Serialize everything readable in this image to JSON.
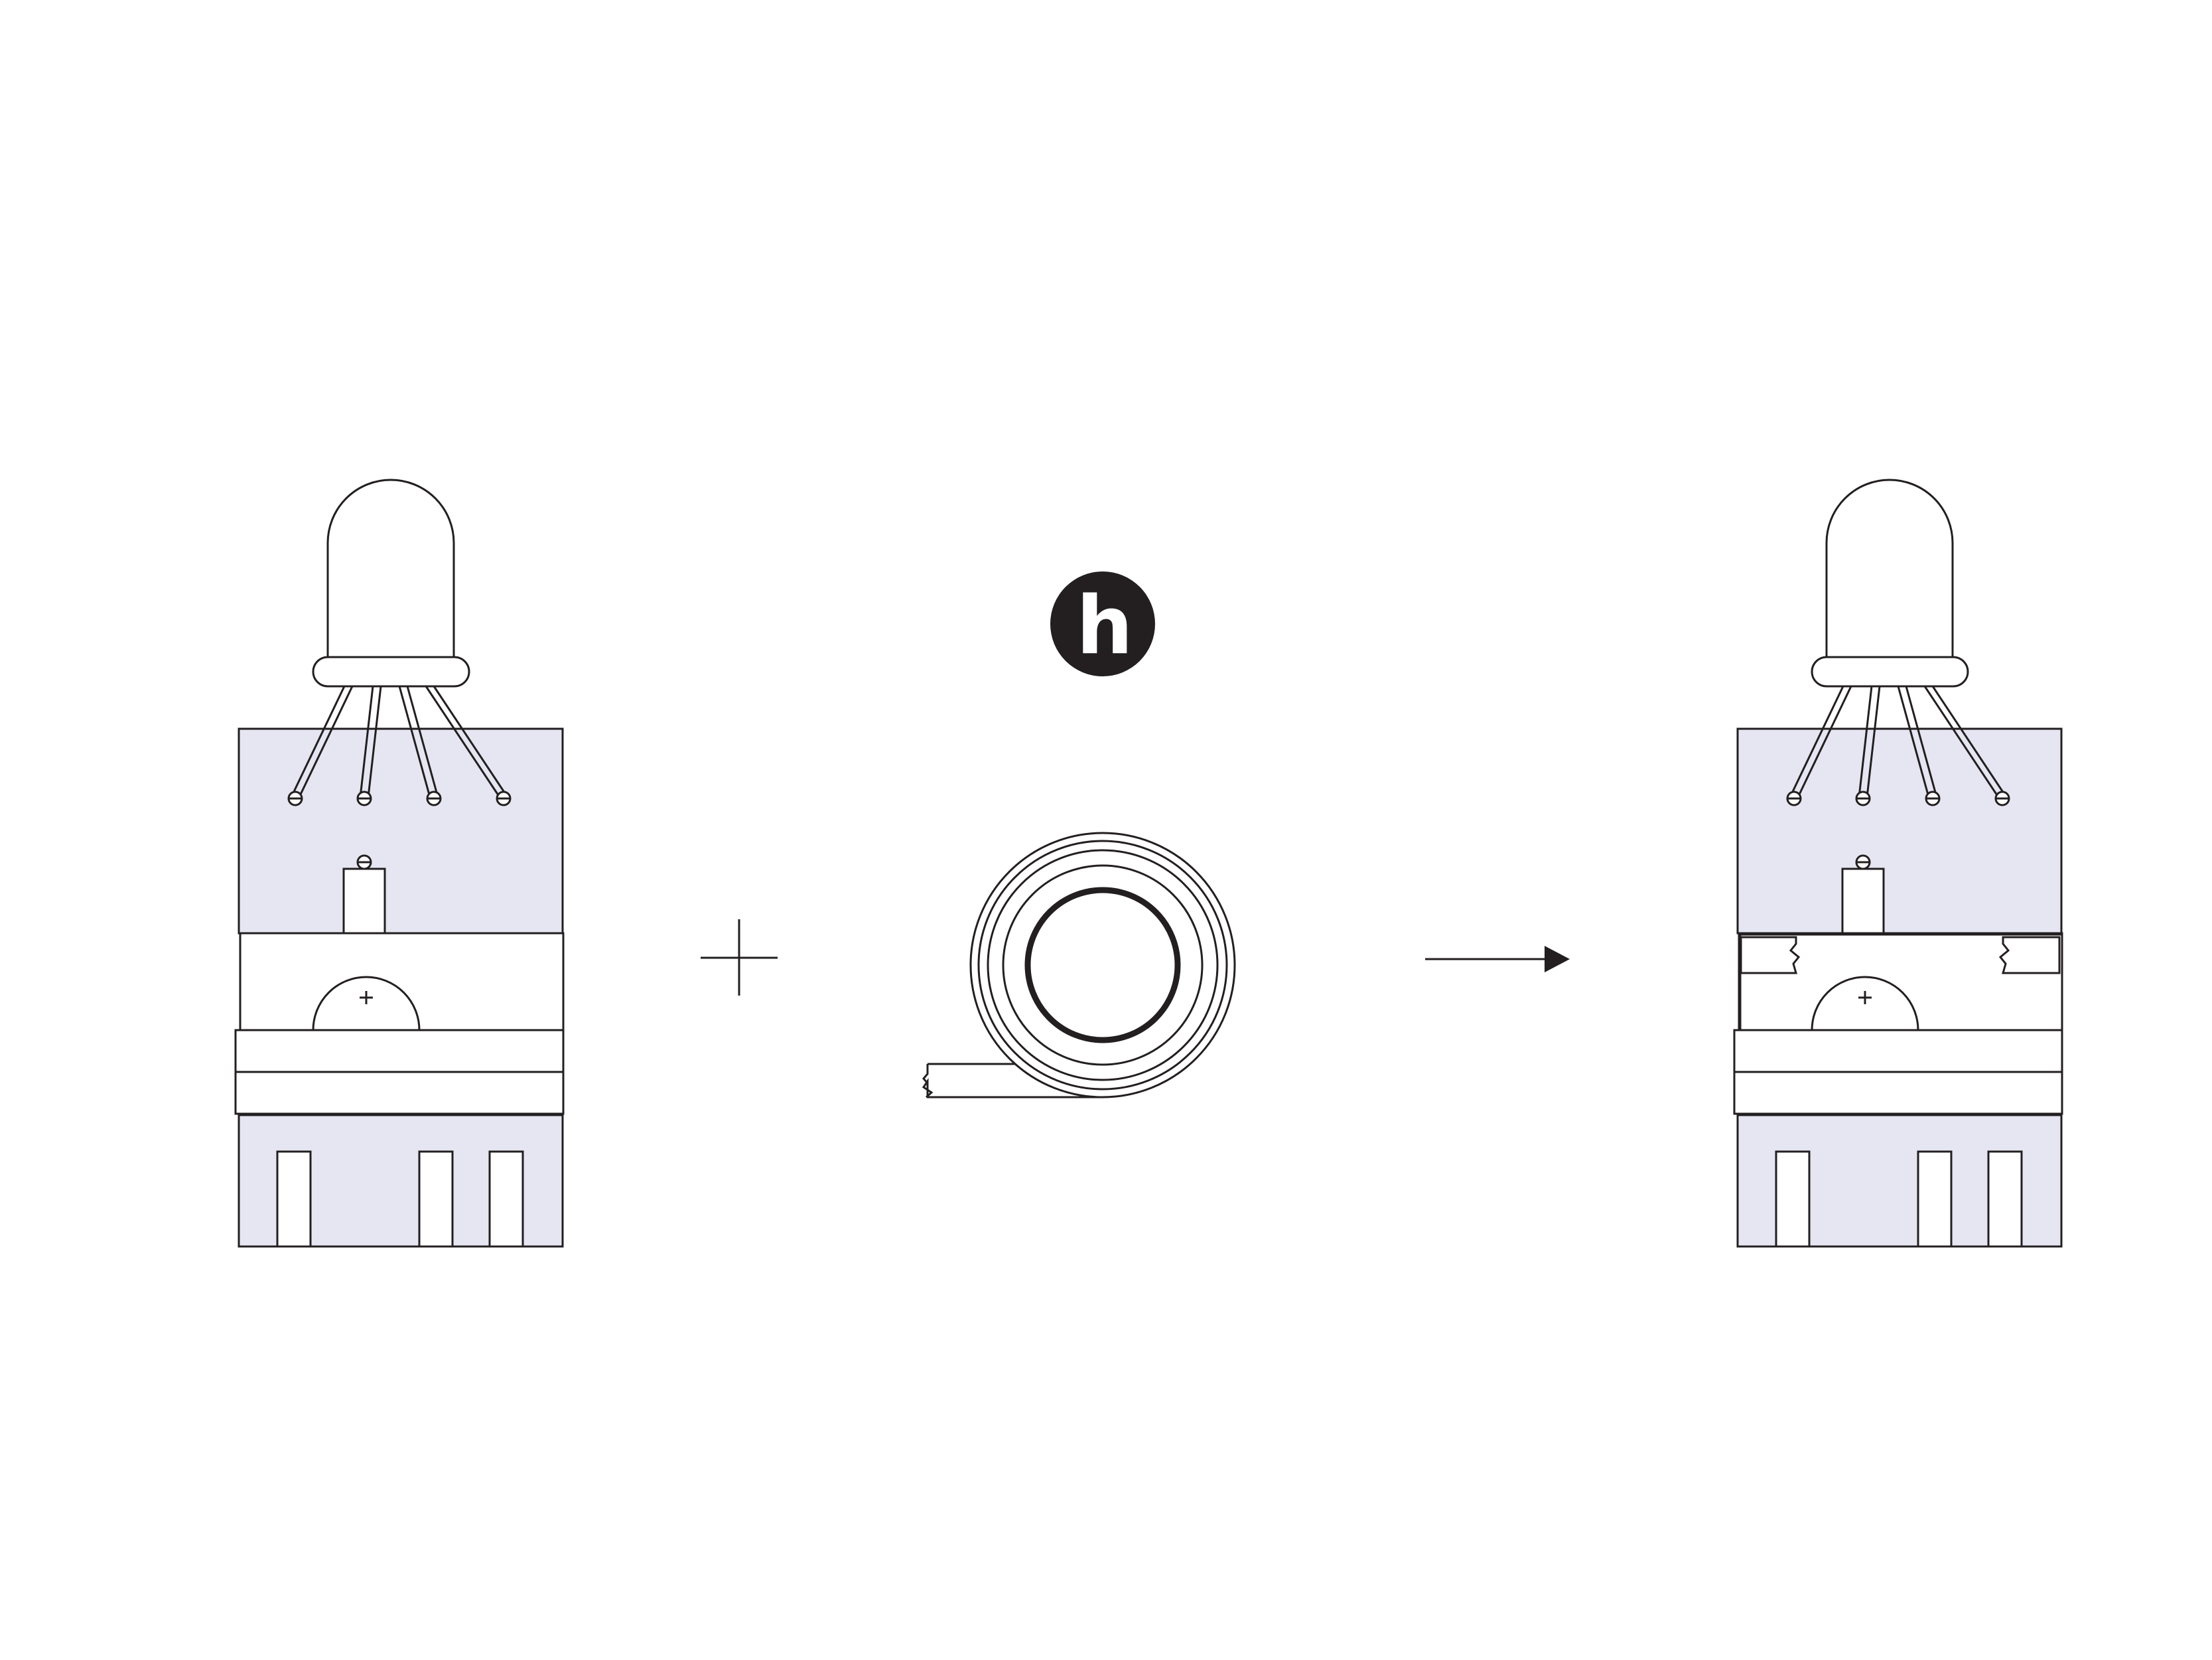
{
  "diagram": {
    "step_badge": {
      "letter": "h",
      "color": "#231f20"
    },
    "colors": {
      "line": "#231f20",
      "board_fill": "#e6e6f2",
      "background": "#ffffff"
    },
    "led_leg_count": 4,
    "parts": [
      {
        "name": "led-on-board-before",
        "tape_tabs": false
      },
      {
        "name": "tape-roll"
      },
      {
        "name": "led-on-board-after",
        "tape_tabs": true
      }
    ],
    "operators": {
      "plus": "plus-sign",
      "arrow": "right-arrow"
    }
  }
}
